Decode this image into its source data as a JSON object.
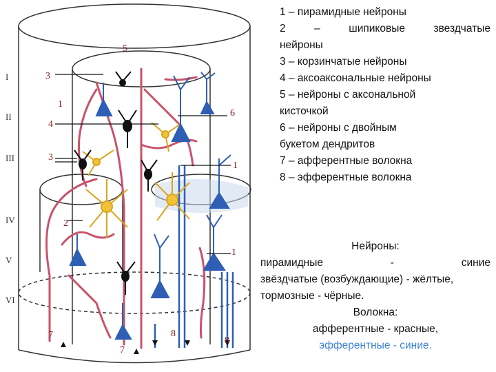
{
  "legend": [
    "1 – пирамидные нейроны",
    "2 – шипиковые звездчатые",
    "нейроны",
    "3 – корзинчатые нейроны",
    "4 – аксоаксональные нейроны",
    "5 – нейроны с аксональной",
    "кисточкой",
    "6 – нейроны с двойным",
    "букетом дендритов",
    "7 – афферентные волокна",
    "8 – эфферентные волокна"
  ],
  "notes": {
    "neurons_title": "Нейроны:",
    "pyramidal_left": "пирамидные",
    "dash": "-",
    "pyramidal_right": "синие",
    "stellate": "звёздчатые (возбуждающие) - жёлтые,",
    "inhibitory": "тормозные - чёрные.",
    "fibers_title": "Волокна:",
    "afferent": "афферентные - красные,",
    "efferent": "эфферентные - синие."
  },
  "layers": [
    "I",
    "II",
    "III",
    "IV",
    "V",
    "VI"
  ],
  "labels": [
    "5",
    "3",
    "1",
    "4",
    "3",
    "6",
    "1",
    "2",
    "1",
    "7",
    "7",
    "8",
    "8"
  ],
  "colors": {
    "pyramidal": "#2e5fb5",
    "stellate": "#f2c23a",
    "inhibitory": "#111111",
    "afferent": "#c9536a",
    "efferent": "#2e5fb5",
    "efferent_text": "#3f83d6",
    "ecm": "#c9d8ec"
  }
}
